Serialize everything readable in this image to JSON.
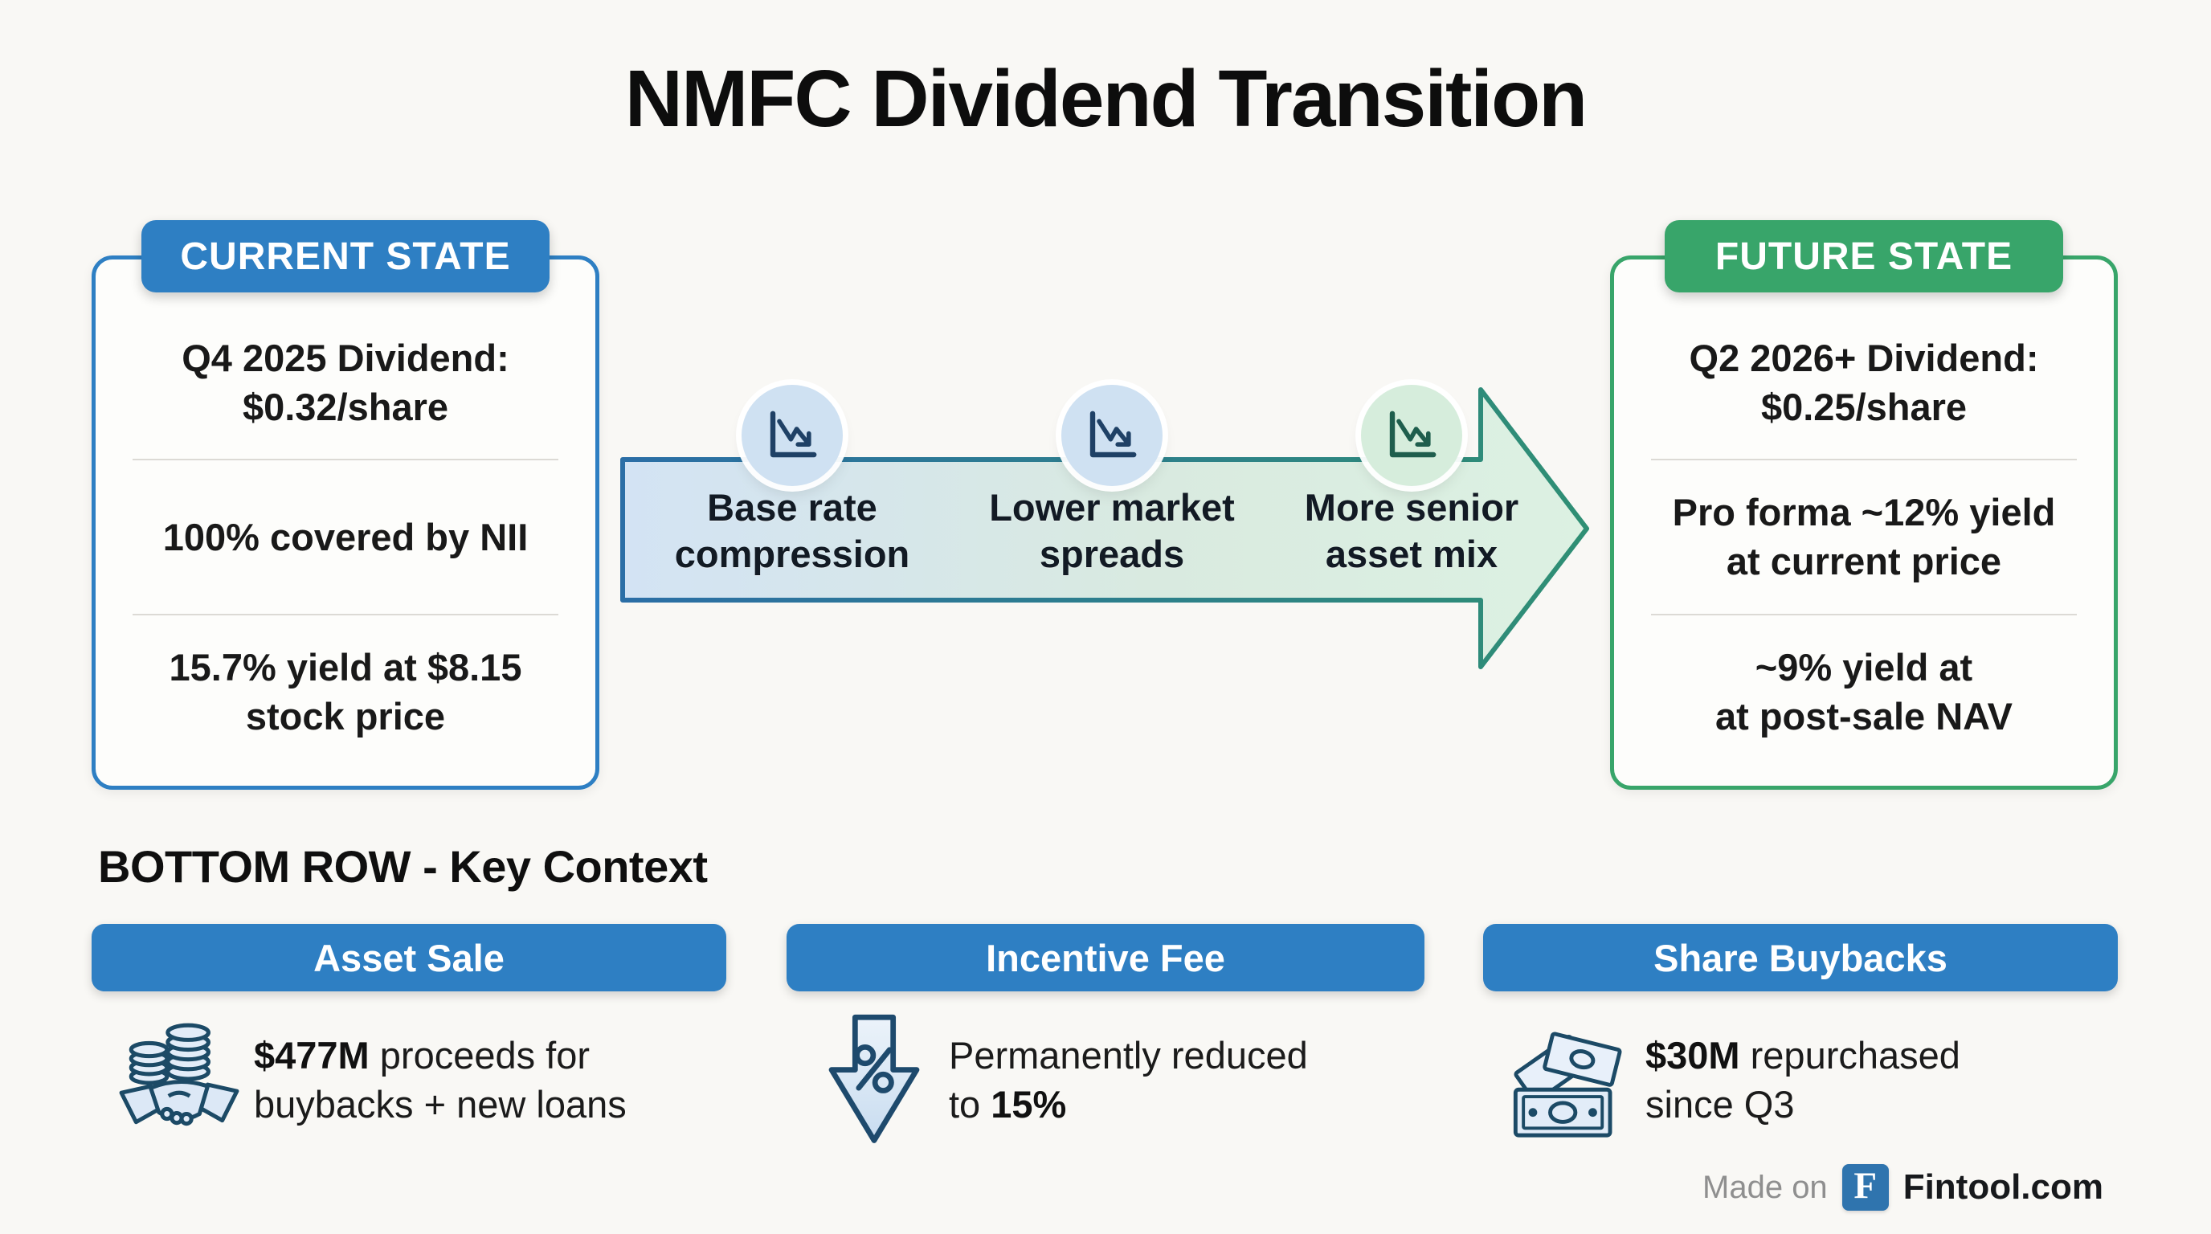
{
  "title": "NMFC Dividend Transition",
  "current_state": {
    "header": "CURRENT STATE",
    "items": [
      "Q4 2025 Dividend:\n$0.32/share",
      "100% covered by NII",
      "15.7% yield at $8.15\nstock price"
    ]
  },
  "transition": {
    "steps": [
      {
        "icon": "chart-decline-icon",
        "label": "Base rate\ncompression"
      },
      {
        "icon": "chart-decline-icon",
        "label": "Lower market\nspreads"
      },
      {
        "icon": "chart-decline-icon",
        "label": "More senior\nasset mix"
      }
    ]
  },
  "future_state": {
    "header": "FUTURE STATE",
    "items": [
      "Q2 2026+ Dividend:\n$0.25/share",
      "Pro forma ~12% yield\nat current price",
      "~9% yield at\nat post-sale NAV"
    ]
  },
  "bottom": {
    "heading": "BOTTOM ROW - Key Context",
    "cards": [
      {
        "header": "Asset Sale",
        "icon": "coins-handshake-icon",
        "parts": [
          {
            "text": "$477M",
            "bold": true
          },
          {
            "text": " proceeds for\nbuybacks + new loans",
            "bold": false
          }
        ]
      },
      {
        "header": "Incentive Fee",
        "icon": "percent-down-arrow-icon",
        "parts": [
          {
            "text": "Permanently reduced\nto ",
            "bold": false
          },
          {
            "text": "15%",
            "bold": true
          }
        ]
      },
      {
        "header": "Share Buybacks",
        "icon": "banknotes-icon",
        "parts": [
          {
            "text": "$30M",
            "bold": true
          },
          {
            "text": " repurchased\nsince Q3",
            "bold": false
          }
        ]
      }
    ]
  },
  "footer": {
    "made_on": "Made on",
    "logo_letter": "F",
    "brand": "Fintool.com"
  },
  "colors": {
    "accent_blue": "#2e7fc3",
    "accent_green": "#38a56a",
    "arrow_fill_start": "#d3e3f4",
    "arrow_fill_end": "#dcf1e2",
    "arrow_stroke_start": "#2b6ea6",
    "arrow_stroke_end": "#2f8f74",
    "circle_blue": "#cfe1f2",
    "circle_green": "#d6eddc",
    "icon_navy": "#1f4166",
    "icon_teal": "#1f5e4d",
    "logo_blue": "#2f74ae",
    "text_dark": "#191919",
    "made_on_gray": "#8f8f8f"
  }
}
